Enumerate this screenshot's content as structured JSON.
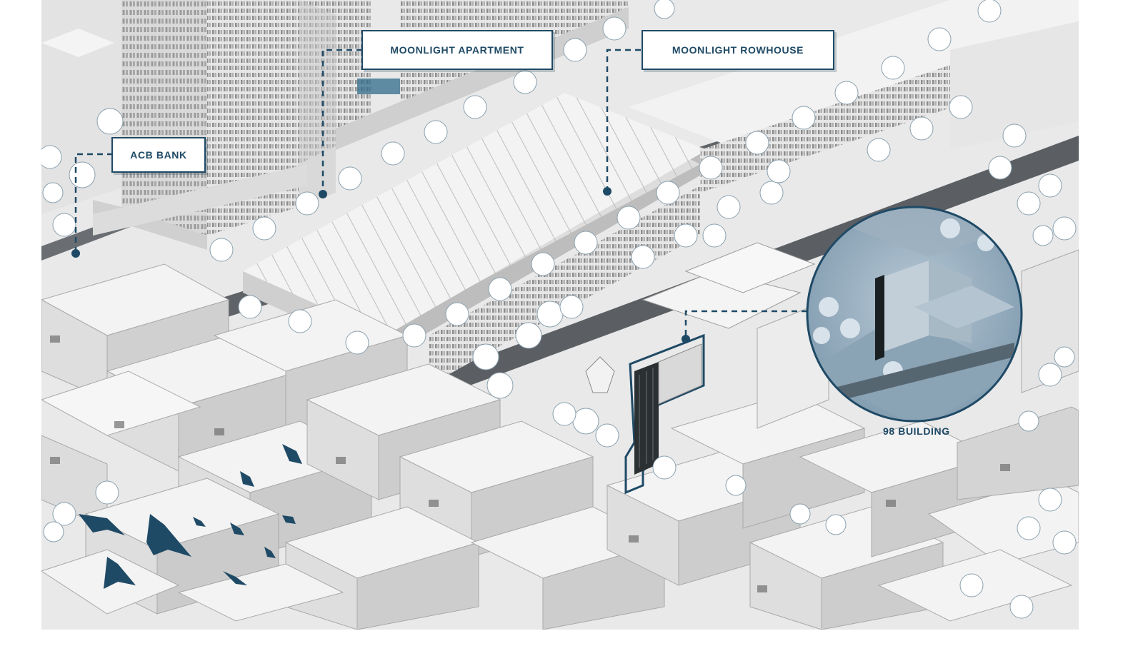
{
  "labels": {
    "acb_bank": "ACB BANK",
    "moonlight_apartment": "MOONLIGHT APARTMENT",
    "moonlight_rowhouse": "MOONLIGHT ROWHOUSE",
    "building_98": "98 BUILDING"
  },
  "colors": {
    "accent": "#1f4a66",
    "background": "#ffffff",
    "building_light": "#eeeeee",
    "building_mid": "#d6d6d6",
    "building_dark": "#b9b9b9",
    "road": "#5e6266",
    "tree": "#ffffff",
    "lens_tint": "#9fb6c6"
  },
  "icons": {
    "leader_dot": "leader-dot-icon",
    "bird": "bird-icon",
    "tree": "tree-icon"
  }
}
